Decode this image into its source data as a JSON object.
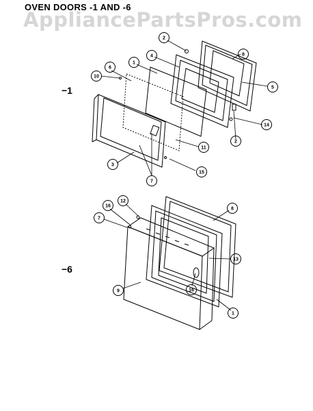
{
  "title": "OVEN DOORS -1 AND -6",
  "watermark": "AppliancePartsPros.com",
  "sections": [
    {
      "label": "−1",
      "callouts": [
        "2",
        "8",
        "4",
        "1",
        "6",
        "10",
        "5",
        "14",
        "2",
        "11",
        "3",
        "7",
        "15"
      ]
    },
    {
      "label": "−6",
      "callouts": [
        "12",
        "8",
        "16",
        "7",
        "13",
        "9",
        "16",
        "1"
      ]
    }
  ],
  "colors": {
    "ink": "#000000",
    "watermark": "#d6d6d6",
    "background": "#ffffff"
  }
}
